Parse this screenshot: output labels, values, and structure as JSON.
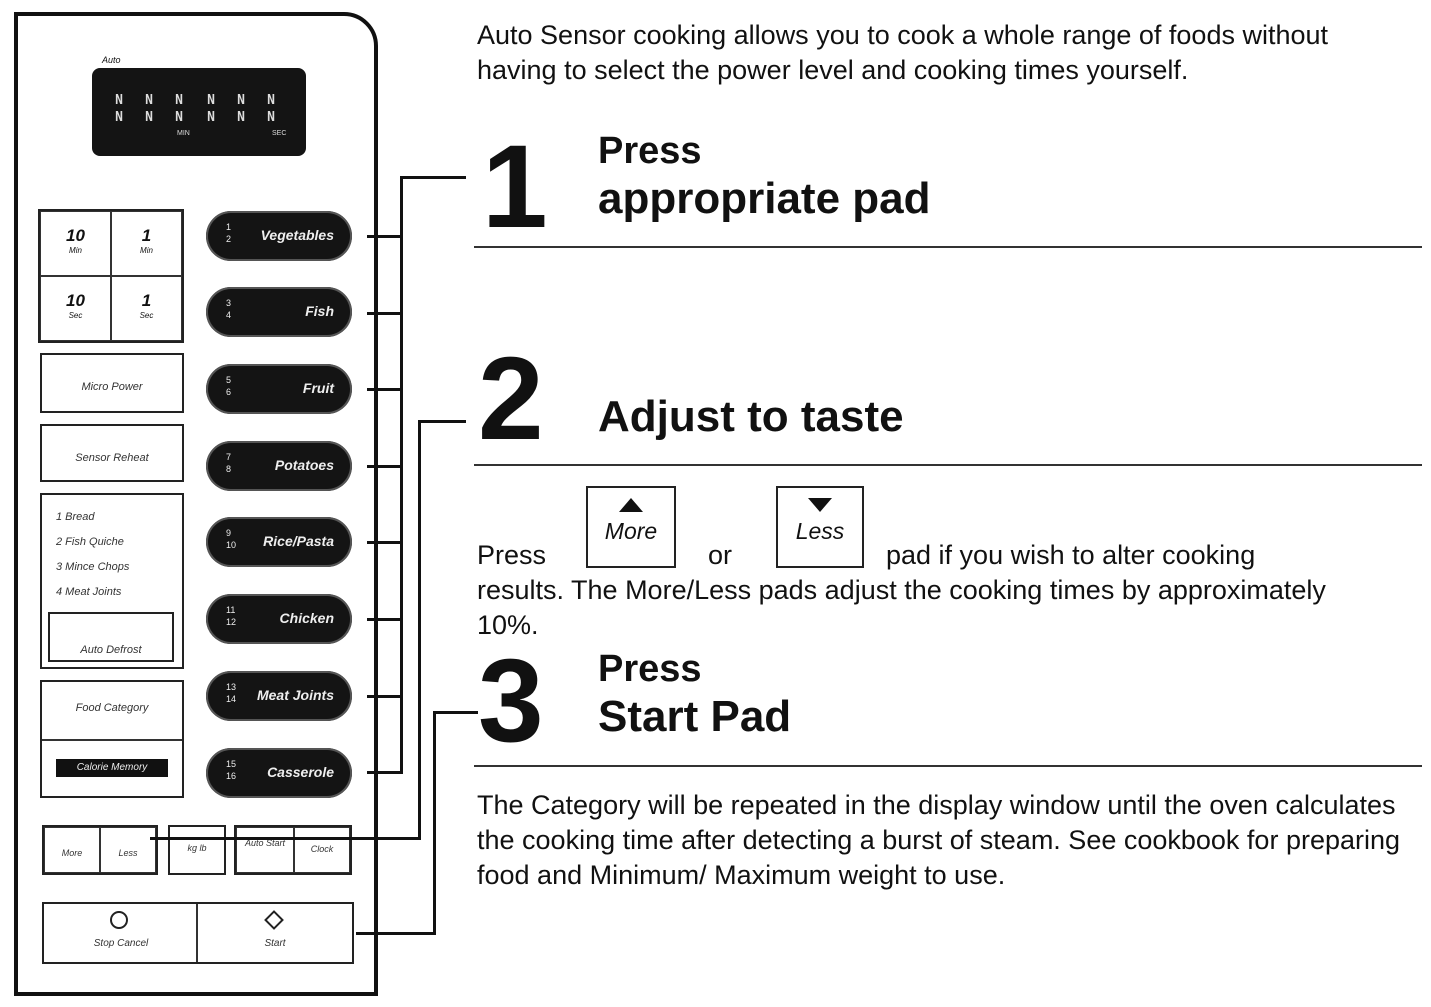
{
  "intro": "Auto Sensor cooking allows you to cook a whole range of foods without having to select the power level and cooking times yourself.",
  "steps": [
    {
      "number": "1",
      "line1": "Press",
      "line2": "appropriate pad"
    },
    {
      "number": "2",
      "title": "Adjust to taste"
    },
    {
      "number": "3",
      "line1": "Press",
      "line2": "Start Pad"
    }
  ],
  "adjust": {
    "press": "Press",
    "more_label": "More",
    "or": "or",
    "less_label": "Less",
    "tail": "pad if you wish to alter cooking",
    "rest": "results. The More/Less pads adjust the cooking times by approximately 10%."
  },
  "step3_text": "The Category will be repeated in the display window until the oven calculates the cooking time after detecting a burst of steam. See cookbook for preparing food and Minimum/ Maximum weight to use.",
  "panel": {
    "auto_tag": "Auto",
    "display_min": "MIN",
    "display_sec": "SEC",
    "time_pads": [
      {
        "num": "10",
        "unit": "Min"
      },
      {
        "num": "1",
        "unit": "Min"
      },
      {
        "num": "10",
        "unit": "Sec"
      },
      {
        "num": "1",
        "unit": "Sec"
      }
    ],
    "micro_power": "Micro Power",
    "sensor_reheat": "Sensor Reheat",
    "defrost_items": [
      "1 Bread",
      "2 Fish Quiche",
      "3 Mince Chops",
      "4 Meat Joints"
    ],
    "auto_defrost": "Auto Defrost",
    "food_category": "Food Category",
    "calorie_memory": "Calorie Memory",
    "sensor_pads": [
      {
        "name": "Vegetables",
        "nums": "1\n2"
      },
      {
        "name": "Fish",
        "nums": "3\n4"
      },
      {
        "name": "Fruit",
        "nums": "5\n6"
      },
      {
        "name": "Potatoes",
        "nums": "7\n8"
      },
      {
        "name": "Rice/Pasta",
        "nums": "9\n10"
      },
      {
        "name": "Chicken",
        "nums": "11\n12"
      },
      {
        "name": "Meat Joints",
        "nums": "13\n14"
      },
      {
        "name": "Casserole",
        "nums": "15\n16"
      }
    ],
    "more": "More",
    "less": "Less",
    "kg_lb": "kg lb",
    "auto_start": "Auto Start",
    "clock": "Clock",
    "stop_cancel": "Stop Cancel",
    "start": "Start"
  }
}
